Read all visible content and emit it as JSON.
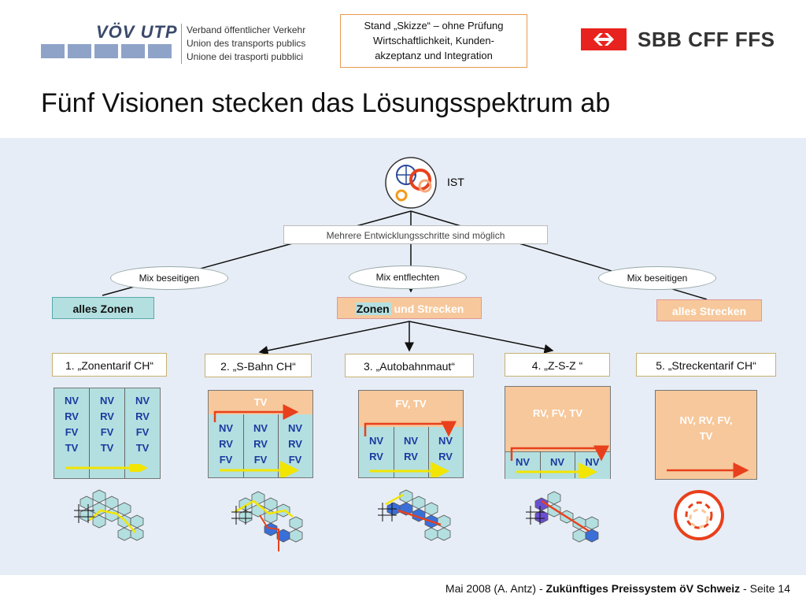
{
  "header": {
    "org_title": "VÖV UTP",
    "org_lines": [
      "Verband öffentlicher Verkehr",
      "Union des transports publics",
      "Unione dei trasporti pubblici"
    ],
    "stand_note": [
      "Stand „Skizze“ – ohne Prüfung",
      "Wirtschaftlichkeit, Kunden-",
      "akzeptanz und Integration"
    ],
    "sbb_text": "SBB CFF FFS"
  },
  "title": "Fünf Visionen stecken das Lösungsspektrum ab",
  "diagram": {
    "root_label": "IST",
    "note": "Mehrere Entwicklungsschritte sind möglich",
    "branches": [
      "Mix beseitigen",
      "Mix entflechten",
      "Mix beseitigen"
    ],
    "categories": {
      "left": "alles Zonen",
      "mid_a": "Zonen",
      "mid_b": " und Strecken",
      "right": "alles Strecken"
    },
    "visions": [
      "1. „Zonentarif CH“",
      "2. „S-Bahn CH“",
      "3. „Autobahnmaut“",
      "4. „Z-S-Z “",
      "5. „Streckentarif CH“"
    ],
    "v1_cols": [
      "NV",
      "RV",
      "FV",
      "TV"
    ],
    "v2_top": "TV",
    "v2_cols": [
      "NV",
      "RV",
      "FV"
    ],
    "v3_top": "FV, TV",
    "v3_cols": [
      "NV",
      "RV"
    ],
    "v4_top": "RV, FV, TV",
    "v4_cols": [
      "NV"
    ],
    "v5_top": [
      "NV, RV, FV,",
      "TV"
    ]
  },
  "colors": {
    "teal": "#b3dfe0",
    "peach": "#f7c89b",
    "orange_text": "#ffffff",
    "arrow_red": "#e8401c",
    "arrow_yellow": "#f2e500",
    "blue_text": "#1a3aa0"
  },
  "footer": {
    "prefix": "Mai 2008 (A. Antz) - ",
    "bold": "Zukünftiges Preissystem öV Schweiz",
    "suffix": " - Seite 14"
  }
}
